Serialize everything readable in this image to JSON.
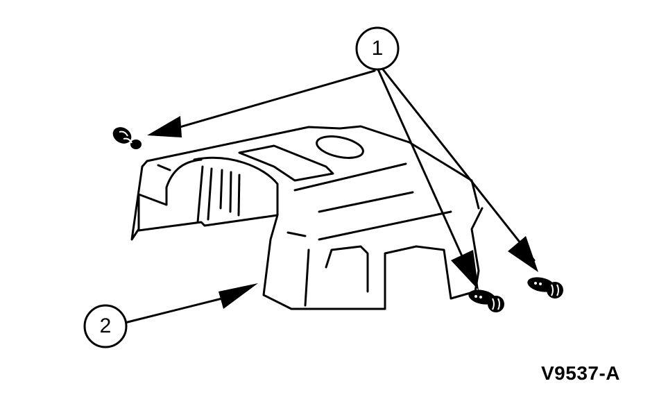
{
  "diagram": {
    "figure_id": "V9537-A",
    "callouts": [
      {
        "number": "1",
        "refers_to": "bolts (3)"
      },
      {
        "number": "2",
        "refers_to": "cover"
      }
    ],
    "colors": {
      "line": "#000000",
      "background": "#ffffff"
    }
  }
}
